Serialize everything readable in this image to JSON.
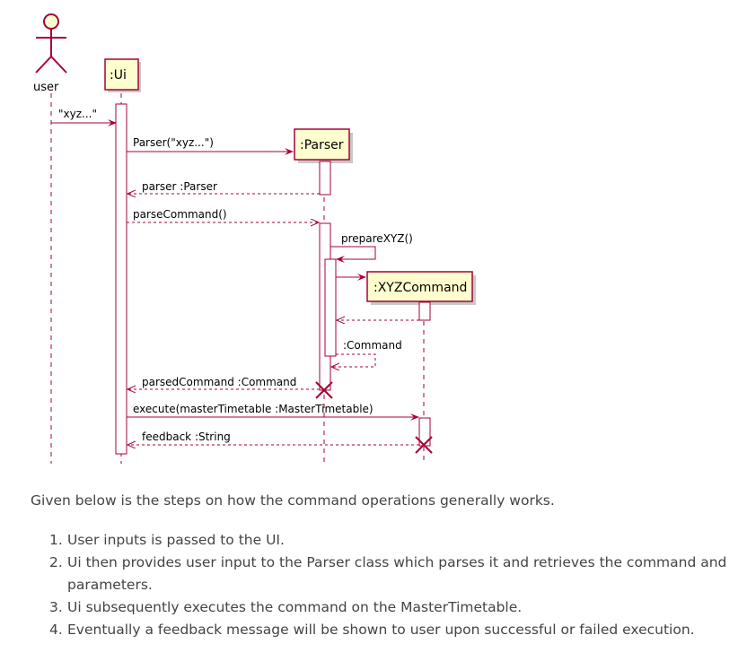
{
  "diagram": {
    "actor_label": "user",
    "participants": {
      "ui": ":Ui",
      "parser": ":Parser",
      "xyz_command": ":XYZCommand"
    },
    "messages": {
      "m1": "\"xyz...\"",
      "m2": "Parser(\"xyz...\")",
      "m3": "parser :Parser",
      "m4": "parseCommand()",
      "m5": "prepareXYZ()",
      "m6": ":Command",
      "m7": "parsedCommand :Command",
      "m8": "execute(masterTimetable :MasterTimetable)",
      "m9": "feedback :String"
    },
    "colors": {
      "line": "#A80036",
      "box_fill": "#FEFECE",
      "box_shadow": "#c9c9c9"
    }
  },
  "intro_text": "Given below is the steps on how the command operations generally works.",
  "steps": [
    "User inputs is passed to the UI.",
    "Ui then provides user input to the Parser class which parses it and retrieves the command and parameters.",
    "Ui subsequently executes the command on the MasterTimetable.",
    "Eventually a feedback message will be shown to user upon successful or failed execution."
  ]
}
